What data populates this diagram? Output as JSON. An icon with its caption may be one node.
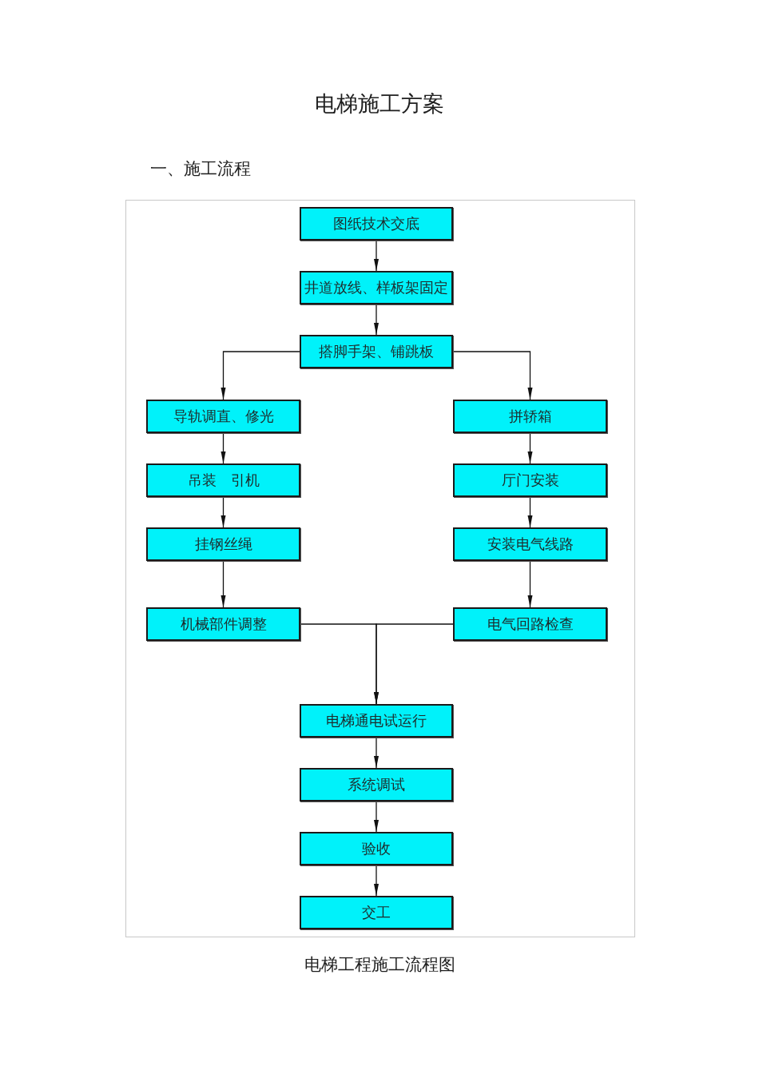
{
  "diagram": {
    "title": "电梯施工方案",
    "caption": "电梯工程施工流程图",
    "labels": [
      "一、施工流程"
    ],
    "nodes": [
      {
        "text": [
          "图纸技术交底"
        ]
      },
      {
        "text": [
          "井道放线、样板架固定"
        ]
      },
      {
        "text": [
          "搭脚手架、铺跳板"
        ]
      },
      {
        "text": [
          "导轨调直、修光"
        ]
      },
      {
        "text": [
          "吊装　引机"
        ]
      },
      {
        "text": [
          "挂钢丝绳"
        ]
      },
      {
        "text": [
          "机械部件调整"
        ]
      },
      {
        "text": [
          "拼轿箱"
        ]
      },
      {
        "text": [
          "厅门安装"
        ]
      },
      {
        "text": [
          "安装电气线路"
        ]
      },
      {
        "text": [
          "电气回路检查"
        ]
      },
      {
        "text": [
          "电梯通电试运行"
        ]
      },
      {
        "text": [
          "系统调试"
        ]
      },
      {
        "text": [
          "验收"
        ]
      },
      {
        "text": [
          "交工"
        ]
      }
    ],
    "edges": [
      {
        "from": 0,
        "to": 1,
        "arrow": "to"
      },
      {
        "from": 1,
        "to": 2,
        "arrow": "to"
      },
      {
        "from": 2,
        "to": 3,
        "arrow": "to"
      },
      {
        "from": 2,
        "to": 7,
        "arrow": "to"
      },
      {
        "from": 3,
        "to": 4,
        "arrow": "to"
      },
      {
        "from": 4,
        "to": 5,
        "arrow": "to"
      },
      {
        "from": 5,
        "to": 6,
        "arrow": "to"
      },
      {
        "from": 7,
        "to": 8,
        "arrow": "to"
      },
      {
        "from": 8,
        "to": 9,
        "arrow": "to"
      },
      {
        "from": 9,
        "to": 10,
        "arrow": "to"
      },
      {
        "from": 6,
        "to": 11,
        "arrow": "to"
      },
      {
        "from": 10,
        "to": 11,
        "arrow": "to"
      },
      {
        "from": 11,
        "to": 12,
        "arrow": "to"
      },
      {
        "from": 12,
        "to": 13,
        "arrow": "to"
      },
      {
        "from": 13,
        "to": 14,
        "arrow": "to"
      }
    ]
  }
}
